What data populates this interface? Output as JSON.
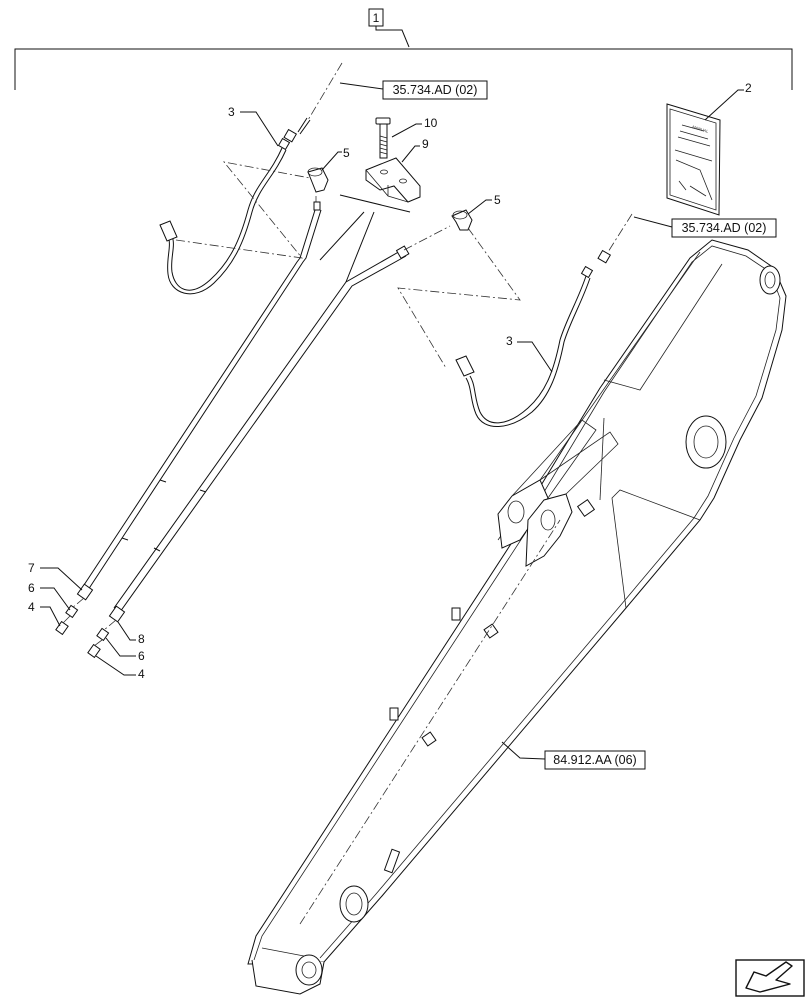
{
  "diagram": {
    "assembly_number": "1",
    "references": {
      "hose_top_left": "35.734.AD (02)",
      "hose_right": "35.734.AD (02)",
      "boom": "84.912.AA (06)"
    },
    "callouts": {
      "hose_left": "3",
      "hose_right": "3",
      "manual": "2",
      "elbow_left": "5",
      "elbow_right": "5",
      "bolt": "10",
      "clamp": "9",
      "pipe_left_end": "7",
      "nut_left": "6",
      "cap_left": "4",
      "pipe_right_end": "8",
      "nut_right": "6",
      "cap_right": "4"
    },
    "manual_cover_text": "MANUAL"
  }
}
